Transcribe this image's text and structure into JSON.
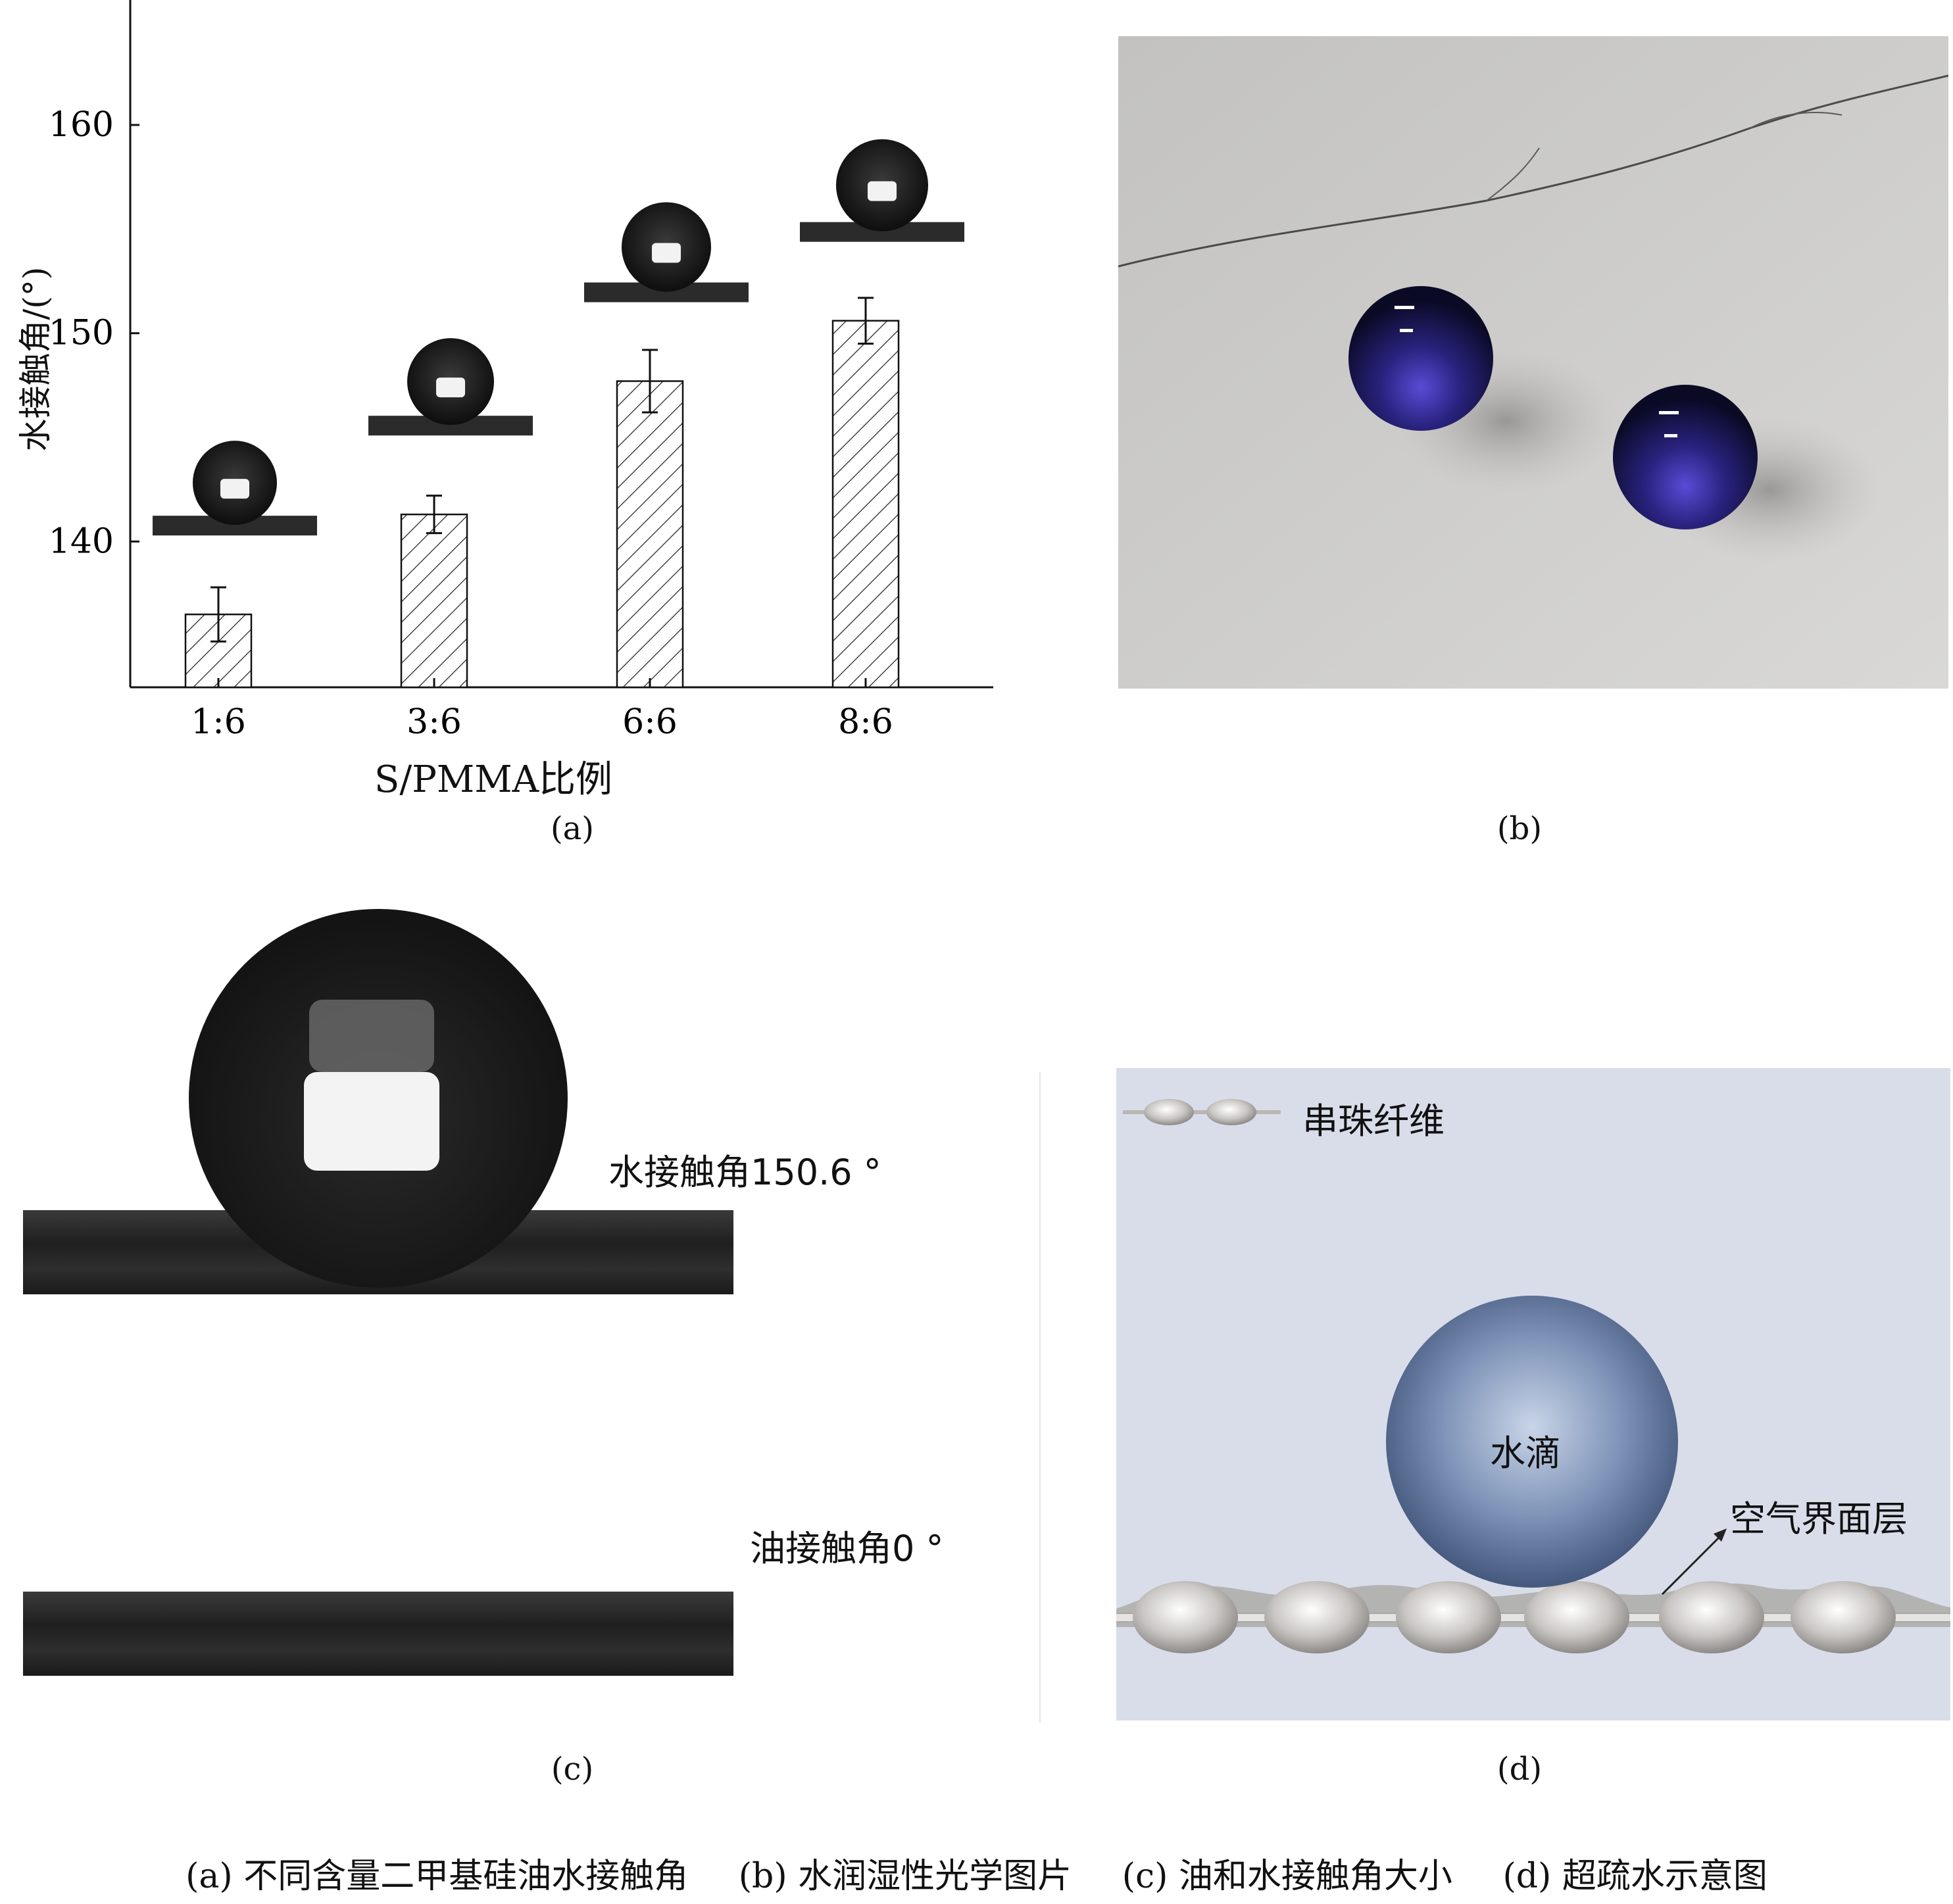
{
  "chart_data": {
    "type": "bar",
    "categories": [
      "1:6",
      "3:6",
      "6:6",
      "8:6"
    ],
    "values": [
      136.5,
      141.3,
      147.7,
      150.6
    ],
    "errors": [
      1.3,
      0.9,
      1.5,
      1.1
    ],
    "xlabel": "S/PMMA比例",
    "ylabel": "水接触角/(°)",
    "yticks": [
      140,
      150,
      160
    ],
    "ylim": [
      133,
      166
    ],
    "bar_pattern": "diagonal-hatch",
    "grid": false
  },
  "panels": {
    "a": "(a)",
    "b": "(b)",
    "c": "(c)",
    "d": "(d)"
  },
  "panel_c": {
    "water_angle_label": "水接触角150.6 °",
    "oil_angle_label": "油接触角0 °"
  },
  "panel_d": {
    "legend_label": "串珠纤维",
    "droplet_label": "水滴",
    "air_layer_label": "空气界面层",
    "background_color": "#d8dde9",
    "droplet_color": "#6f84a6"
  },
  "captions": {
    "a": "(a) 不同含量二甲基硅油水接触角",
    "b": "(b) 水润湿性光学图片",
    "c": "(c) 油和水接触角大小",
    "d": "(d) 超疏水示意图"
  }
}
